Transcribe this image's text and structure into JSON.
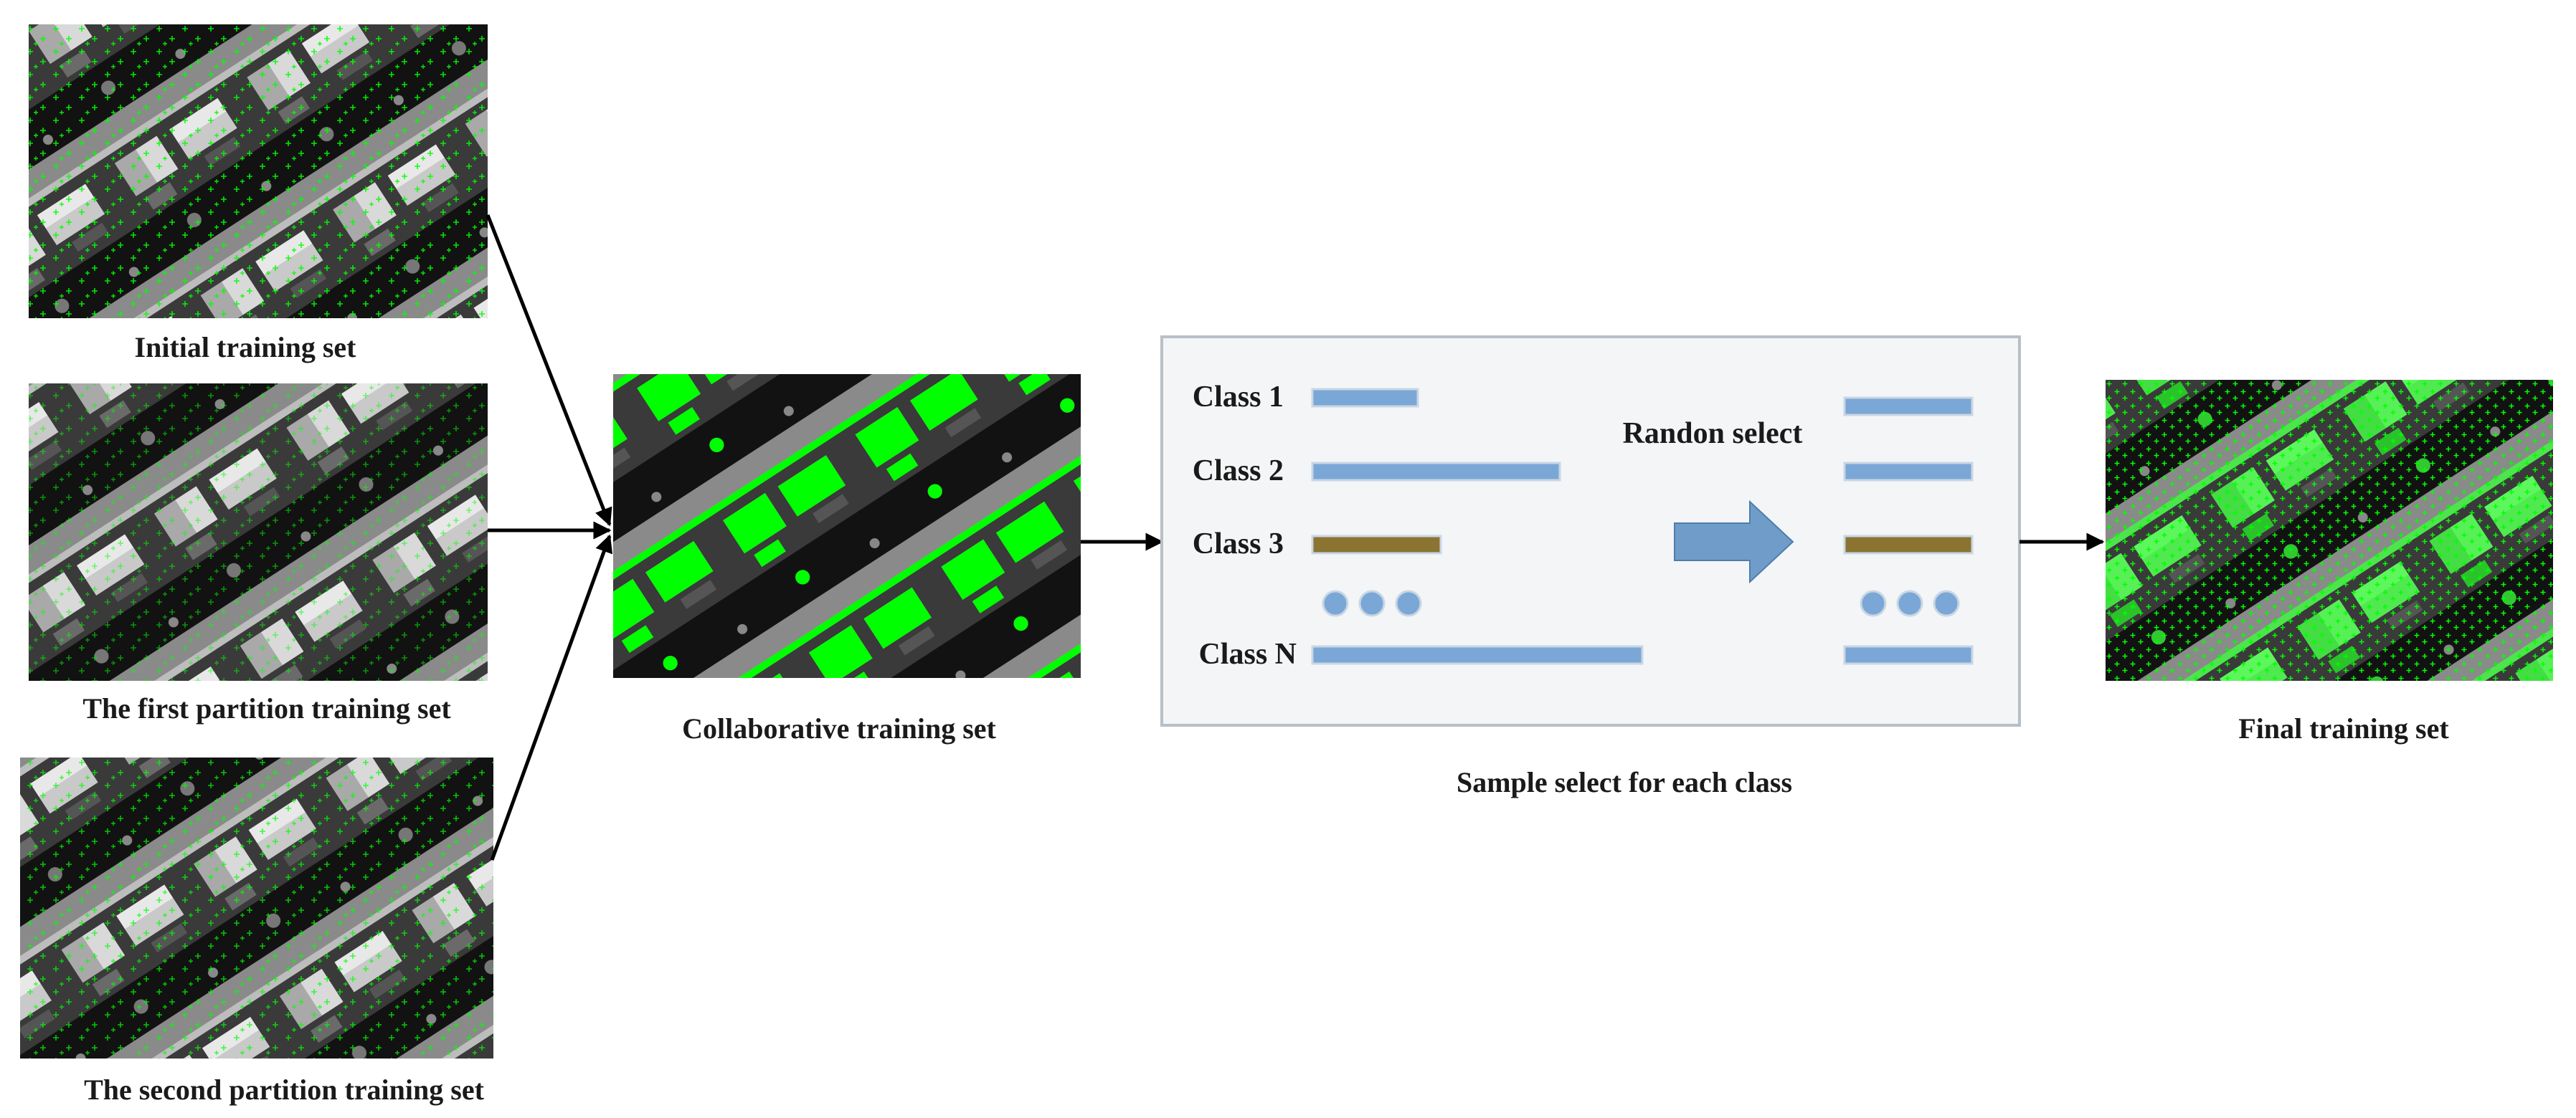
{
  "captions": {
    "initial": "Initial training set",
    "first_partition": "The first partition training set",
    "second_partition": "The second partition training set",
    "collaborative": "Collaborative training set",
    "final": "Final training set",
    "sample_select": "Sample select for each class"
  },
  "panel": {
    "classes": [
      {
        "label": "Class 1",
        "bar_fraction": 0.32,
        "color": "#7aa7d6"
      },
      {
        "label": "Class 2",
        "bar_fraction": 0.75,
        "color": "#7aa7d6"
      },
      {
        "label": "Class 3",
        "bar_fraction": 0.39,
        "color": "#8b7432"
      },
      {
        "label": "Class N",
        "bar_fraction": 1.0,
        "color": "#7aa7d6"
      }
    ],
    "random_select_label": "Randon select",
    "arrow_color": "#6f9cc9",
    "dot_color": "#7aa7d6"
  },
  "colors": {
    "marker_green": "#00ff00",
    "arrow_black": "#000000",
    "panel_bg": "#f3f5f7",
    "panel_border": "#b8bfc6"
  }
}
